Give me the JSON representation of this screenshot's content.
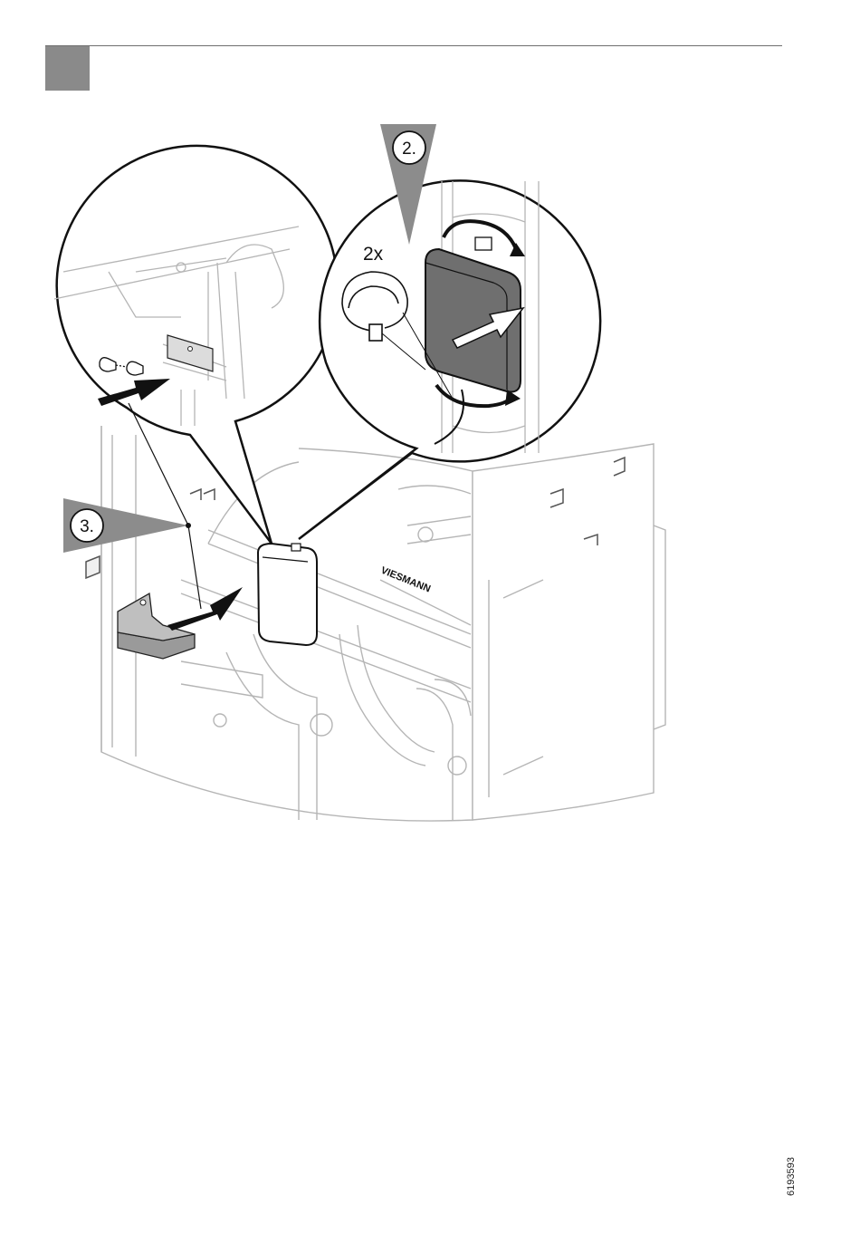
{
  "step_labels": {
    "step_2": "2.",
    "step_3": "3."
  },
  "quantity_label": "2x",
  "brand_marking": "VIESMANN",
  "document_number": "6193593",
  "colors": {
    "marker": "#8a8a8a",
    "callout_fill": "#8c8c8c",
    "line_dark": "#111111",
    "line_light": "#b5b5b5",
    "component_fill": "#6f6f6f"
  }
}
